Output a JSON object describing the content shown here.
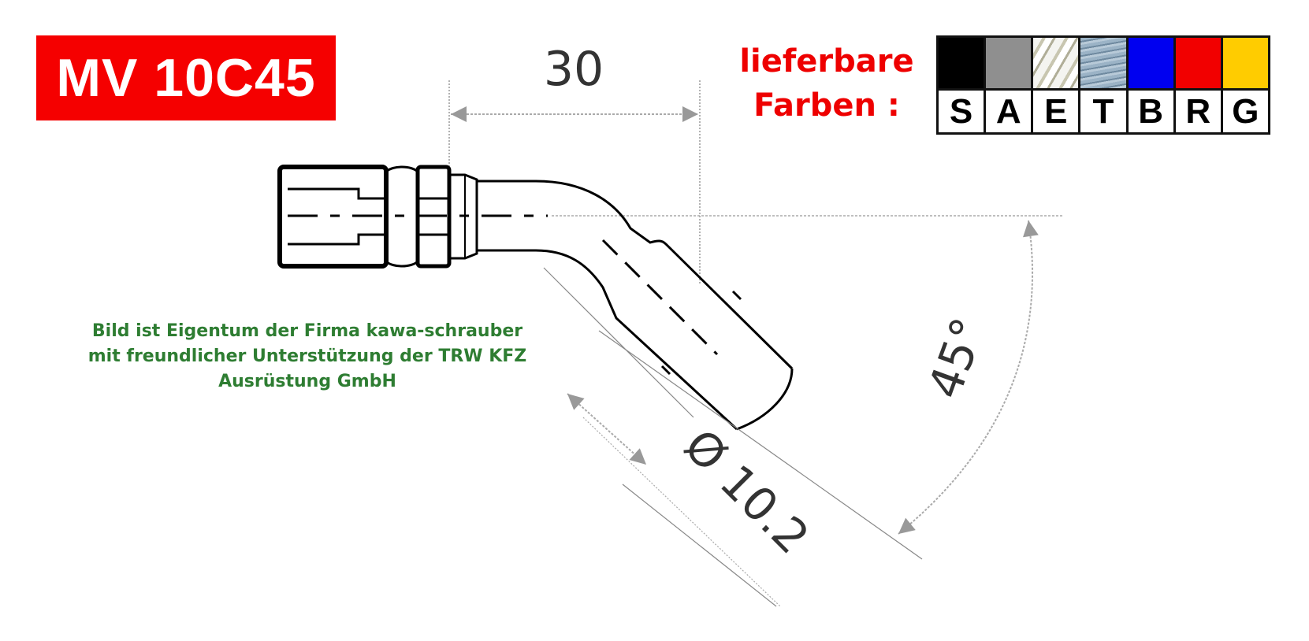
{
  "header": {
    "part_number": "MV 10C45",
    "part_number_bg": "#f50000"
  },
  "colors": {
    "label_line1": "lieferbare",
    "label_line2": "Farben :",
    "label_color": "#ee0000",
    "swatches": [
      {
        "code": "S",
        "color": "#000000",
        "texture": "solid"
      },
      {
        "code": "A",
        "color": "#8f8f8f",
        "texture": "solid"
      },
      {
        "code": "E",
        "color": "#e6e6e0",
        "texture": "braided-silver"
      },
      {
        "code": "T",
        "color": "#8fa9bd",
        "texture": "braided-blue-grey"
      },
      {
        "code": "B",
        "color": "#0000f0",
        "texture": "solid"
      },
      {
        "code": "R",
        "color": "#f20000",
        "texture": "solid"
      },
      {
        "code": "G",
        "color": "#ffcc00",
        "texture": "solid"
      }
    ]
  },
  "credit": {
    "line1": "Bild ist Eigentum der Firma kawa-schrauber",
    "line2": "mit freundlicher Unterstützung der TRW KFZ",
    "line3": "Ausrüstung GmbH",
    "color": "#2e7d32"
  },
  "drawing": {
    "dimension_length": "30",
    "dimension_angle": "45°",
    "dimension_diameter": "Ø 10.2"
  }
}
